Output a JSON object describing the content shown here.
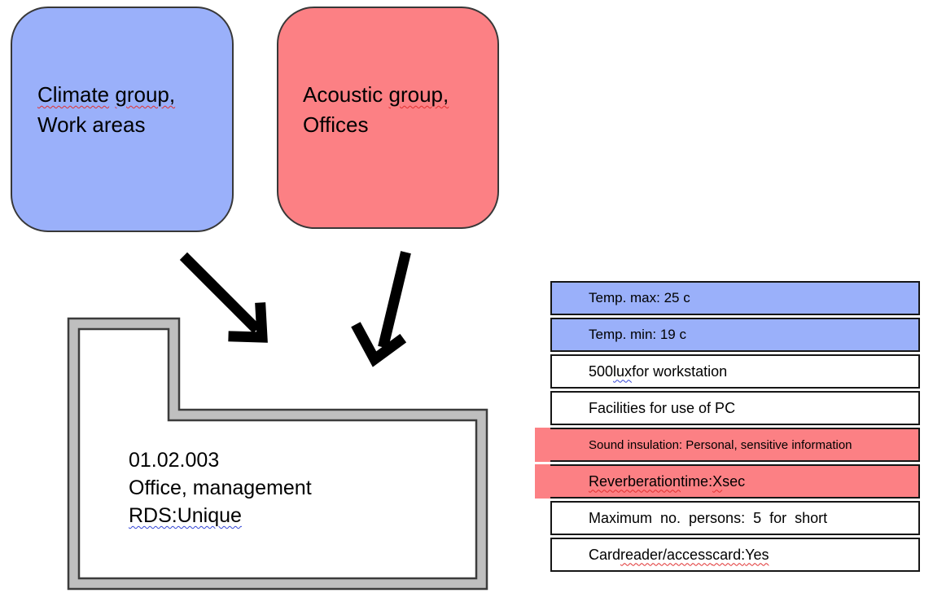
{
  "colors": {
    "blue": "#9AB0FA",
    "red": "#FC8084",
    "wall_gray": "#BFBFBF",
    "wall_border": "#3C3C3C",
    "row_border": "#161616",
    "arrow_black": "#000000"
  },
  "boxes": [
    {
      "id": "climate",
      "fill": "blue",
      "lines": [
        [
          {
            "t": "Climate",
            "w": "red"
          },
          {
            "t": " "
          },
          {
            "t": "group,",
            "w": "red"
          }
        ],
        [
          {
            "t": "Work areas"
          }
        ]
      ]
    },
    {
      "id": "acoustic",
      "fill": "red",
      "lines": [
        [
          {
            "t": "Acoustic "
          },
          {
            "t": "group,",
            "w": "red"
          }
        ],
        [
          {
            "t": "Offices"
          }
        ]
      ]
    }
  ],
  "room": {
    "lines": [
      [
        {
          "t": "01.02.003"
        }
      ],
      [
        {
          "t": "Office, management"
        }
      ],
      [
        {
          "t": "RDS:Unique",
          "w": "blue"
        }
      ]
    ]
  },
  "requirements_table": {
    "rows": [
      {
        "bg": "blue",
        "segs": [
          {
            "t": "Temp. max: 25 c"
          }
        ]
      },
      {
        "bg": "blue",
        "segs": [
          {
            "t": "Temp. min: 19 c"
          }
        ]
      },
      {
        "bg": "white",
        "segs": [
          {
            "t": "500 "
          },
          {
            "t": "lux",
            "w": "blue"
          },
          {
            "t": " for workstation"
          }
        ]
      },
      {
        "bg": "white",
        "segs": [
          {
            "t": "Facilities for use of PC"
          }
        ]
      },
      {
        "bg": "red",
        "small": true,
        "segs": [
          {
            "t": "Sound insulation: Personal, sensitive information"
          }
        ]
      },
      {
        "bg": "red",
        "segs": [
          {
            "t": "Reverberation",
            "w": "red"
          },
          {
            "t": " time: "
          },
          {
            "t": "X",
            "w": "red"
          },
          {
            "t": " sec"
          }
        ]
      },
      {
        "bg": "white",
        "spaced": true,
        "segs": [
          {
            "t": "Maximum no. persons: 5 for short"
          }
        ]
      },
      {
        "bg": "white",
        "segs": [
          {
            "t": "Card "
          },
          {
            "t": "reader/access",
            "w": "red"
          },
          {
            "t": " "
          },
          {
            "t": "card:",
            "w": "red"
          },
          {
            "t": " "
          },
          {
            "t": "Yes",
            "w": "red"
          }
        ]
      }
    ]
  }
}
